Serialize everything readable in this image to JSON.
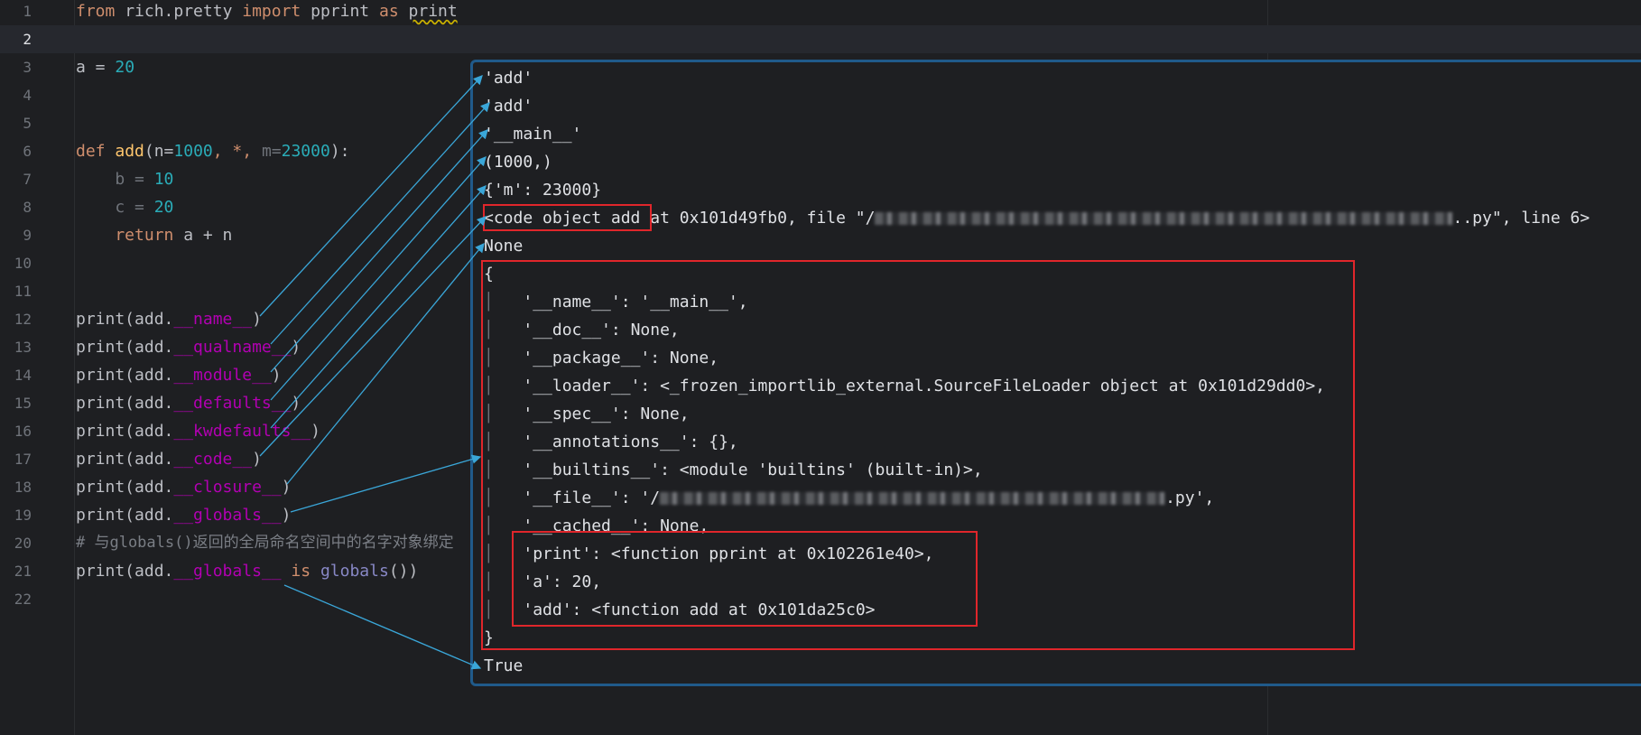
{
  "editor": {
    "line_numbers": [
      "1",
      "2",
      "3",
      "4",
      "5",
      "6",
      "7",
      "8",
      "9",
      "10",
      "11",
      "12",
      "13",
      "14",
      "15",
      "16",
      "17",
      "18",
      "19",
      "20",
      "21",
      "22"
    ],
    "active_line": "2",
    "code": {
      "l1": {
        "kw_from": "from",
        "mod": " rich.pretty ",
        "kw_import": "import",
        "name": " pprint ",
        "kw_as": "as",
        "alias": "print"
      },
      "l3": {
        "a": "a = ",
        "n": "20"
      },
      "l6": {
        "kw_def": "def ",
        "name": "add",
        "p1": "(n=",
        "v1": "1000",
        "c1": ", *, ",
        "m": "m=",
        "v2": "23000",
        "end": "):"
      },
      "l7": {
        "b": "    b = ",
        "v": "10"
      },
      "l8": {
        "c": "    c = ",
        "v": "20"
      },
      "l9": {
        "kw": "    return",
        "rest": " a + n"
      },
      "l12": {
        "pre": "print(add.",
        "attr": "__name__",
        "post": ")"
      },
      "l13": {
        "pre": "print(add.",
        "attr": "__qualname__",
        "post": ")"
      },
      "l14": {
        "pre": "print(add.",
        "attr": "__module__",
        "post": ")"
      },
      "l15": {
        "pre": "print(add.",
        "attr": "__defaults__",
        "post": ")"
      },
      "l16": {
        "pre": "print(add.",
        "attr": "__kwdefaults__",
        "post": ")"
      },
      "l17": {
        "pre": "print(add.",
        "attr": "__code__",
        "post": ")"
      },
      "l18": {
        "pre": "print(add.",
        "attr": "__closure__",
        "post": ")"
      },
      "l19": {
        "pre": "print(add.",
        "attr": "__globals__",
        "post": ")"
      },
      "l20": {
        "comment": "# 与globals()返回的全局命名空间中的名字对象绑定"
      },
      "l21": {
        "pre": "print(add.",
        "attr": "__globals__",
        "kw_is": " is ",
        "fn": "globals",
        "post": "())"
      }
    }
  },
  "output": {
    "o1": "'add'",
    "o2": "'add'",
    "o3": "'__main__'",
    "o4": "(1000,)",
    "o5": "{'m': 23000}",
    "o6_a": "<code object add at 0x101d49fb0, file \"/",
    "o6_b": "..py\", line 6>",
    "o7": "None",
    "o8": "{",
    "g1": "'__name__': '__main__',",
    "g2": "'__doc__': None,",
    "g3": "'__package__': None,",
    "g4": "'__loader__': <_frozen_importlib_external.SourceFileLoader object at 0x101d29dd0>,",
    "g5": "'__spec__': None,",
    "g6": "'__annotations__': {},",
    "g7": "'__builtins__': <module 'builtins' (built-in)>,",
    "g8_a": "'__file__': '/",
    "g8_b": ".py',",
    "g9": "'__cached__': None,",
    "g10": "'print': <function pprint at 0x102261e40>,",
    "g11": "'a': 20,",
    "g12": "'add': <function add at 0x101da25c0>",
    "o_close": "}",
    "o_last": "True",
    "bar_char": "│"
  },
  "annotation_colors": {
    "arrow": "#3aa6d8",
    "highlight_box": "#e0262b"
  }
}
